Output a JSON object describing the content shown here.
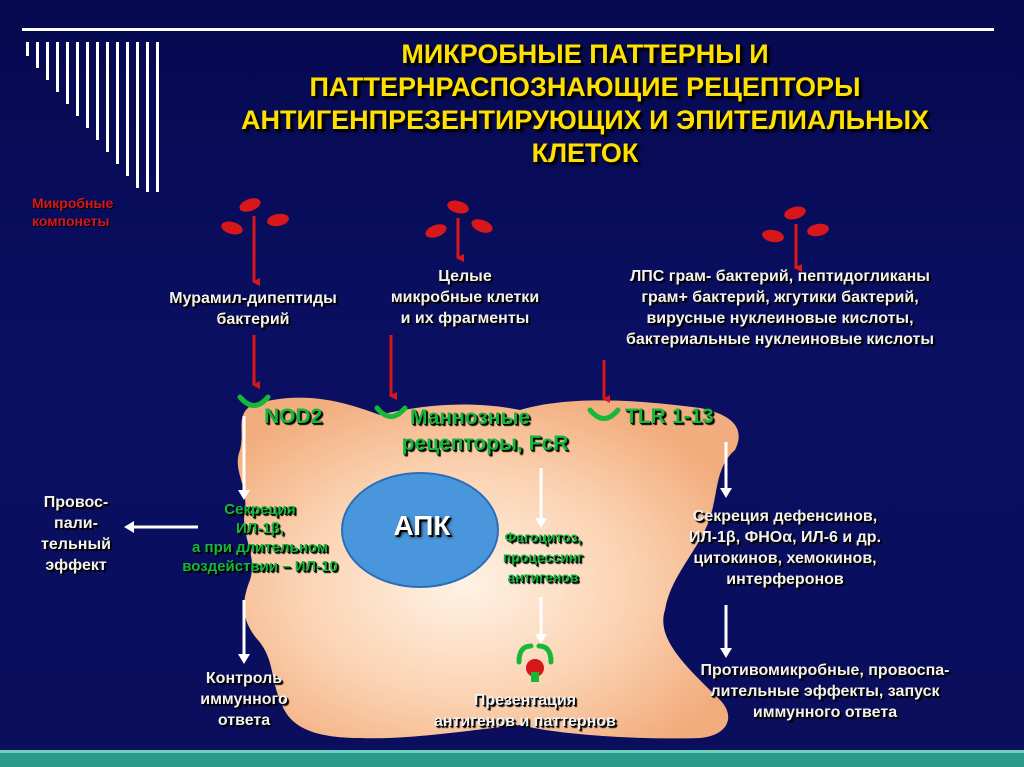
{
  "title": {
    "line1": "МИКРОБНЫЕ ПАТТЕРНЫ И",
    "line2": "ПАТТЕРНРАСПОЗНАЮЩИЕ РЕЦЕПТОРЫ",
    "line3": "АНТИГЕНПРЕЗЕНТИРУЮЩИХ И ЭПИТЕЛИАЛЬНЫХ",
    "line4": "КЛЕТОК"
  },
  "microbial_components_label": {
    "line1": "Микробные",
    "line2": "компонеты"
  },
  "ligands": {
    "muramyl": {
      "line1": "Мурамил-дипептиды",
      "line2": "бактерий"
    },
    "whole_cells": {
      "line1": "Целые",
      "line2": "микробные клетки",
      "line3": "и их фрагменты"
    },
    "lps": {
      "line1": "ЛПС грам- бактерий,  пептидогликаны",
      "line2": "грам+ бактерий, жгутики бактерий,",
      "line3": "вирусные нуклеиновые кислоты,",
      "line4": "бактериальные нуклеиновые кислоты"
    }
  },
  "receptors": {
    "nod2": "NOD2",
    "mannose": {
      "line1": "Маннозные",
      "line2": "рецепторы, FcR"
    },
    "tlr": "TLR 1-13"
  },
  "cell_label": "АПК",
  "inside": {
    "secretion_il1": {
      "line1": "Секреция",
      "line2": "ИЛ-1β,",
      "line3": "а при длительном",
      "line4": "воздействии – ИЛ-10"
    },
    "phagocytosis": {
      "line1": "Фагоцитоз,",
      "line2": "процессинг",
      "line3": "антигенов"
    },
    "secretion_defensins": {
      "line1": "Секреция дефенсинов,",
      "line2": "ИЛ-1β, ФНОα,  ИЛ-6  и др.",
      "line3": "цитокинов, хемокинов,",
      "line4": "интерферонов"
    }
  },
  "outcomes": {
    "proinflammatory": {
      "line1": "Провос-",
      "line2": "пали-",
      "line3": "тельный",
      "line4": "эффект"
    },
    "immune_control": {
      "line1": "Контроль",
      "line2": "иммунного",
      "line3": "ответа"
    },
    "presentation": {
      "line1": "Презентация",
      "line2": "антигенов  и паттернов"
    },
    "antimicrobial": {
      "line1": "Противомикробные, провоспа-",
      "line2": "лительные  эффекты, запуск",
      "line3": "иммунного  ответа"
    }
  },
  "colors": {
    "background": "#0a0f62",
    "title": "#ffe000",
    "receptor_green": "#16b83a",
    "microbe_red": "#d8171b",
    "cell_fill": "#f6bf9a",
    "nucleus_fill": "#4a96dc",
    "bottom_bar": "#2a9a8a"
  }
}
